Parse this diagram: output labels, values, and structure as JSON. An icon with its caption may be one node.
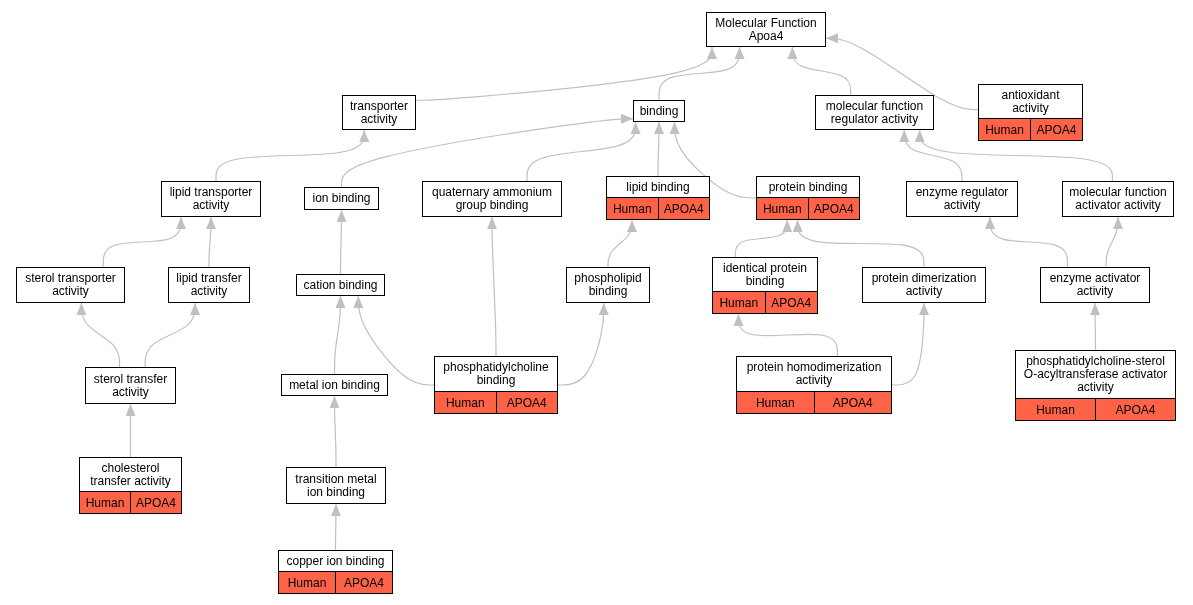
{
  "diagram": {
    "nodes": [
      {
        "text": [
          "Molecular Function Apoa4"
        ]
      },
      {
        "text": [
          "transporter activity"
        ]
      },
      {
        "text": [
          "binding"
        ]
      },
      {
        "text": [
          "molecular function regulator activity"
        ]
      },
      {
        "text": [
          "antioxidant activity",
          "Human",
          "APOA4"
        ]
      },
      {
        "text": [
          "lipid transporter activity"
        ]
      },
      {
        "text": [
          "ion binding"
        ]
      },
      {
        "text": [
          "quaternary ammonium group binding"
        ]
      },
      {
        "text": [
          "lipid binding",
          "Human",
          "APOA4"
        ]
      },
      {
        "text": [
          "protein binding",
          "Human",
          "APOA4"
        ]
      },
      {
        "text": [
          "enzyme regulator activity"
        ]
      },
      {
        "text": [
          "molecular function activator activity"
        ]
      },
      {
        "text": [
          "sterol transporter activity"
        ]
      },
      {
        "text": [
          "lipid transfer activity"
        ]
      },
      {
        "text": [
          "cation binding"
        ]
      },
      {
        "text": [
          "phospholipid binding"
        ]
      },
      {
        "text": [
          "identical protein binding",
          "Human",
          "APOA4"
        ]
      },
      {
        "text": [
          "protein dimerization activity"
        ]
      },
      {
        "text": [
          "enzyme activator activity"
        ]
      },
      {
        "text": [
          "sterol transfer activity"
        ]
      },
      {
        "text": [
          "metal ion binding"
        ]
      },
      {
        "text": [
          "phosphatidylcholine binding",
          "Human",
          "APOA4"
        ]
      },
      {
        "text": [
          "protein homodimerization activity",
          "Human",
          "APOA4"
        ]
      },
      {
        "text": [
          "phosphatidylcholine-sterol O-acyltransferase activator activity",
          "Human",
          "APOA4"
        ]
      },
      {
        "text": [
          "cholesterol transfer activity",
          "Human",
          "APOA4"
        ]
      },
      {
        "text": [
          "transition metal ion binding"
        ]
      },
      {
        "text": [
          "copper ion binding",
          "Human",
          "APOA4"
        ]
      }
    ],
    "edges": [
      {
        "from": 1,
        "to": 0,
        "arrow": "to"
      },
      {
        "from": 2,
        "to": 0,
        "arrow": "to"
      },
      {
        "from": 3,
        "to": 0,
        "arrow": "to"
      },
      {
        "from": 4,
        "to": 0,
        "arrow": "to"
      },
      {
        "from": 5,
        "to": 1,
        "arrow": "to"
      },
      {
        "from": 6,
        "to": 2,
        "arrow": "to"
      },
      {
        "from": 7,
        "to": 2,
        "arrow": "to"
      },
      {
        "from": 8,
        "to": 2,
        "arrow": "to"
      },
      {
        "from": 9,
        "to": 2,
        "arrow": "to"
      },
      {
        "from": 10,
        "to": 3,
        "arrow": "to"
      },
      {
        "from": 11,
        "to": 3,
        "arrow": "to"
      },
      {
        "from": 12,
        "to": 5,
        "arrow": "to"
      },
      {
        "from": 13,
        "to": 5,
        "arrow": "to"
      },
      {
        "from": 14,
        "to": 6,
        "arrow": "to"
      },
      {
        "from": 15,
        "to": 8,
        "arrow": "to"
      },
      {
        "from": 16,
        "to": 9,
        "arrow": "to"
      },
      {
        "from": 17,
        "to": 9,
        "arrow": "to"
      },
      {
        "from": 18,
        "to": 10,
        "arrow": "to"
      },
      {
        "from": 18,
        "to": 11,
        "arrow": "to"
      },
      {
        "from": 19,
        "to": 12,
        "arrow": "to"
      },
      {
        "from": 19,
        "to": 13,
        "arrow": "to"
      },
      {
        "from": 20,
        "to": 14,
        "arrow": "to"
      },
      {
        "from": 21,
        "to": 14,
        "arrow": "to"
      },
      {
        "from": 21,
        "to": 7,
        "arrow": "to"
      },
      {
        "from": 21,
        "to": 15,
        "arrow": "to"
      },
      {
        "from": 22,
        "to": 16,
        "arrow": "to"
      },
      {
        "from": 22,
        "to": 17,
        "arrow": "to"
      },
      {
        "from": 23,
        "to": 18,
        "arrow": "to"
      },
      {
        "from": 24,
        "to": 19,
        "arrow": "to"
      },
      {
        "from": 25,
        "to": 20,
        "arrow": "to"
      },
      {
        "from": 26,
        "to": 25,
        "arrow": "to"
      }
    ]
  }
}
